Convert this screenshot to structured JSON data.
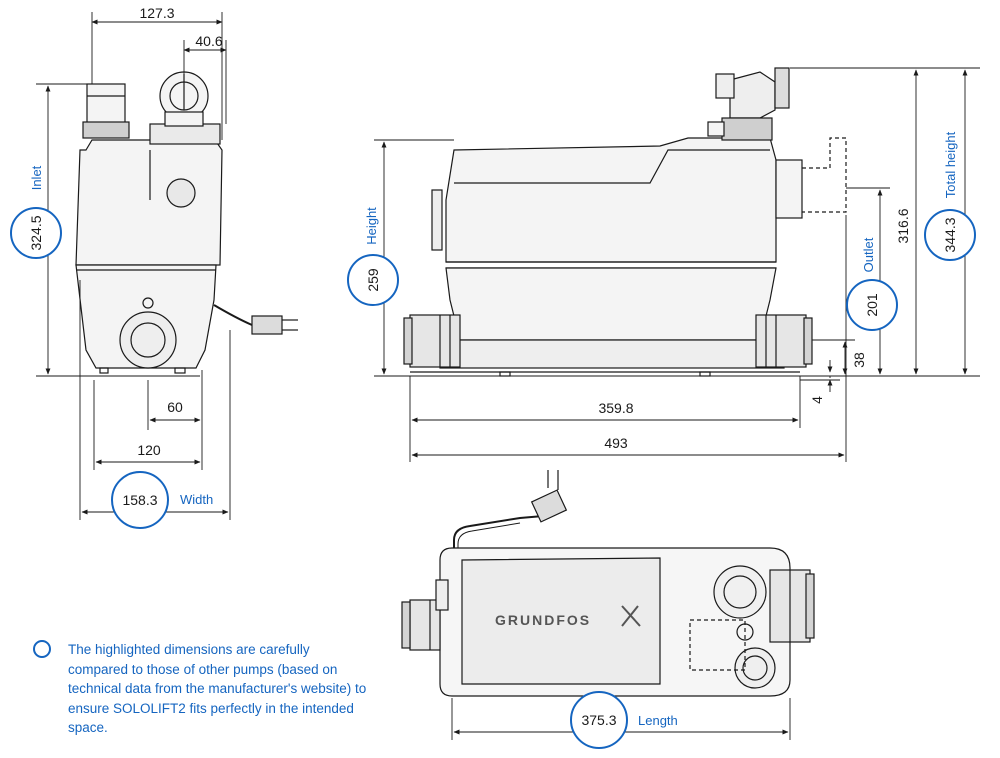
{
  "colors": {
    "highlight": "#1565c0",
    "line": "#1a1a1a",
    "body_fill": "#f2f2f2"
  },
  "brand": {
    "logo_text": "GRUNDFOS"
  },
  "labels": {
    "inlet": "Inlet",
    "width": "Width",
    "height": "Height",
    "outlet": "Outlet",
    "total_height": "Total height",
    "length": "Length"
  },
  "side_view": {
    "top_width": "127.3",
    "inlet_offset": "40.6",
    "inlet_height": "324.5",
    "outlet_offset": "60",
    "base_width": "120",
    "overall_width": "158.3"
  },
  "front_view": {
    "height": "259",
    "outlet_height": "201",
    "dim_316": "316.6",
    "total_height": "344.3",
    "dim_38": "38",
    "dim_4": "4",
    "length_inner": "359.8",
    "length_overall": "493"
  },
  "top_view": {
    "length": "375.3"
  },
  "note": {
    "text": "The highlighted dimensions are carefully compared to those of other pumps (based on technical data from the manufacturer's website) to ensure SOLOLIFT2 fits perfectly in the intended space."
  }
}
